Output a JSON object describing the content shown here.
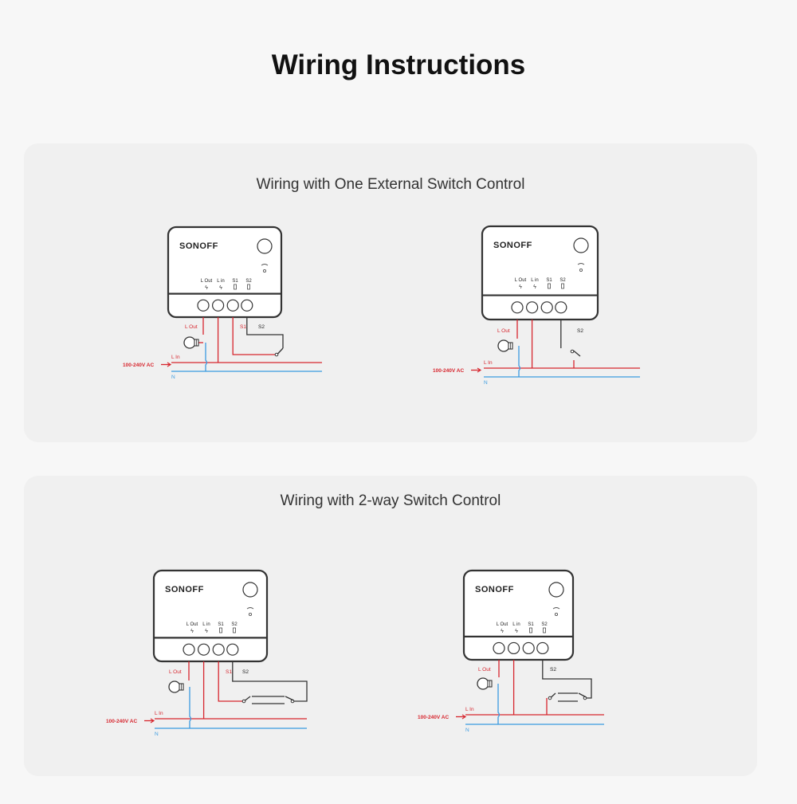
{
  "page": {
    "title": "Wiring Instructions"
  },
  "sections": [
    {
      "title": "Wiring with One External Switch Control"
    },
    {
      "title": "Wiring with 2-way Switch Control"
    }
  ],
  "device": {
    "brand": "SONOFF",
    "terminals": [
      "L Out",
      "L in",
      "S1",
      "S2"
    ]
  },
  "wiring_labels": {
    "l_out": "L Out",
    "l_in": "L In",
    "s1": "S1",
    "s2": "S2",
    "supply": "100-240V AC",
    "neutral": "N"
  },
  "colors": {
    "live_wire": "#d7262e",
    "neutral_wire": "#3b9be0",
    "switch_wire": "#333333",
    "device_body": "#ffffff",
    "device_outline": "#333333",
    "panel_bg": "#f0f0f0",
    "page_bg": "#f7f7f7"
  }
}
